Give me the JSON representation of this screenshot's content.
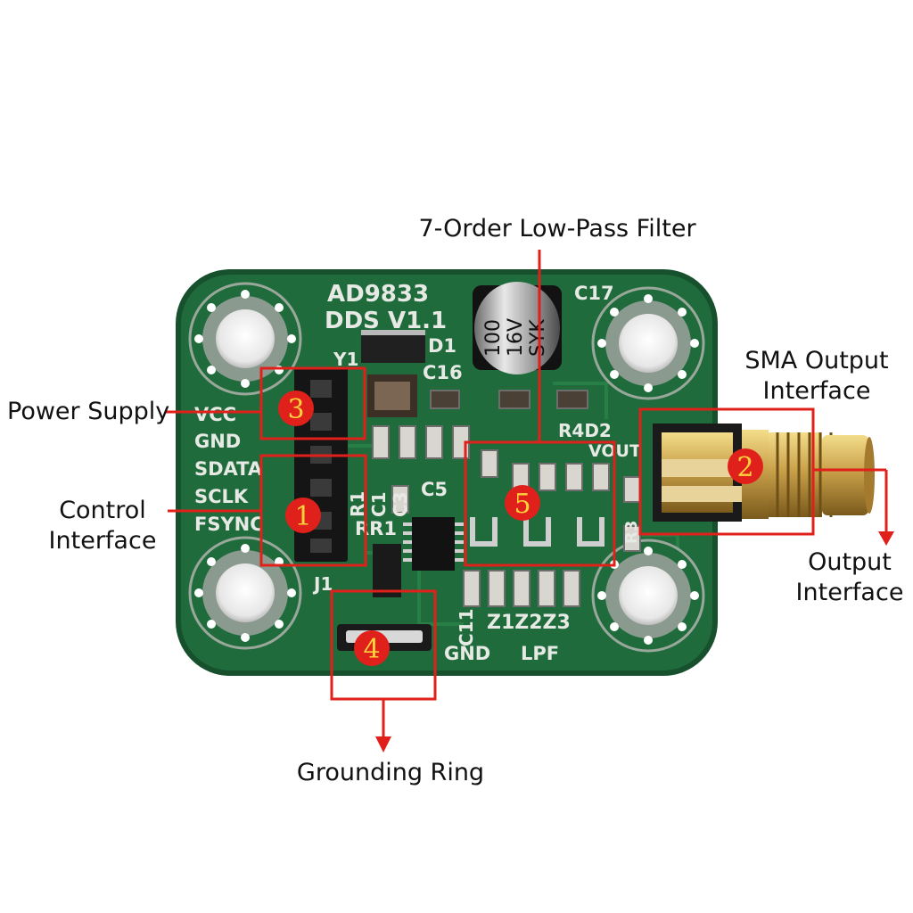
{
  "callouts": {
    "power_supply": "Power Supply",
    "control_interface": [
      "Control",
      "Interface"
    ],
    "low_pass_filter": "7-Order Low-Pass Filter",
    "sma_output_interface": [
      "SMA Output",
      "Interface"
    ],
    "output_interface": [
      "Output",
      "Interface"
    ],
    "grounding_ring": "Grounding Ring"
  },
  "badges": [
    "1",
    "2",
    "3",
    "4",
    "5"
  ],
  "silkscreen": {
    "title": "AD9833",
    "subtitle": "DDS V1.1",
    "pins": [
      "VCC",
      "GND",
      "SDATA",
      "SCLK",
      "FSYNC"
    ],
    "refs": {
      "y1": "Y1",
      "d1": "D1",
      "c16": "C16",
      "c17": "C17",
      "r4d2": "R4D2",
      "vout": "VOUT",
      "r3": "R3",
      "r1": "R1",
      "c1": "C1",
      "c3": "C3",
      "c5": "C5",
      "rr1": "RR1",
      "j1": "J1",
      "c11": "C11",
      "z": "Z1Z2Z3",
      "gnd_bottom": "GND",
      "lpf": "LPF"
    },
    "capacitor": [
      "100",
      "16V",
      "SYK"
    ]
  },
  "colors": {
    "pcb": "#1f6b3b",
    "pcb_edge": "#17502c",
    "annotation": "#e0201b",
    "badge_fill": "#e0201b",
    "badge_text": "#ffd23b",
    "brass": "#c9a04a"
  }
}
